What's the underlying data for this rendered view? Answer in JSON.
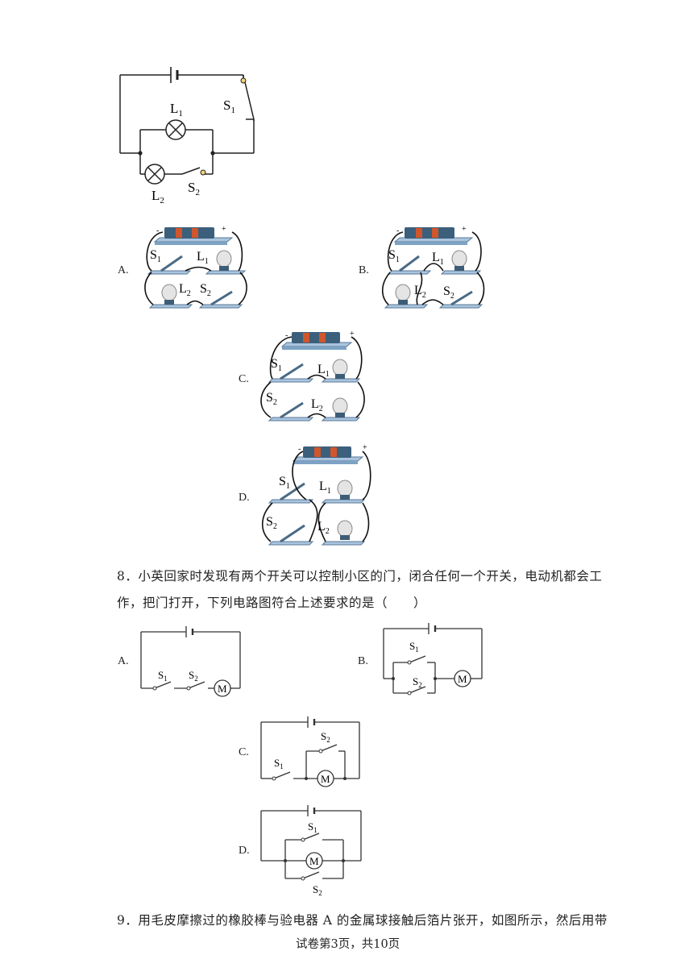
{
  "q7_main_diagram": {
    "labels": {
      "L1": "L",
      "L1_sub": "1",
      "L2": "L",
      "L2_sub": "2",
      "S1": "S",
      "S1_sub": "1",
      "S2": "S",
      "S2_sub": "2"
    }
  },
  "q7_options": [
    {
      "letter": "A.",
      "tags": {
        "S1": "S",
        "S1_sub": "1",
        "L1": "L",
        "L1_sub": "1",
        "L2": "L",
        "L2_sub": "2",
        "S2": "S",
        "S2_sub": "2"
      }
    },
    {
      "letter": "B.",
      "tags": {
        "S1": "S",
        "S1_sub": "1",
        "L1": "L",
        "L1_sub": "1",
        "L2": "L",
        "L2_sub": "2",
        "S2": "S",
        "S2_sub": "2"
      }
    },
    {
      "letter": "C.",
      "tags": {
        "S1": "S",
        "S1_sub": "1",
        "L1": "L",
        "L1_sub": "1",
        "S2": "S",
        "S2_sub": "2",
        "L2": "L",
        "L2_sub": "2"
      }
    },
    {
      "letter": "D.",
      "tags": {
        "S1": "S",
        "S1_sub": "1",
        "L1": "L",
        "L1_sub": "1",
        "S2": "S",
        "S2_sub": "2",
        "L2": "L",
        "L2_sub": "2"
      }
    }
  ],
  "kit_signs": {
    "minus": "-",
    "plus": "+"
  },
  "question8": {
    "line1": "8．小英回家时发现有两个开关可以控制小区的门，闭合任何一个开关，电动机都会工",
    "line2": "作，把门打开，下列电路图符合上述要求的是（　　）"
  },
  "q8_options": [
    {
      "letter": "A.",
      "S1": "S",
      "S1_sub": "1",
      "S2": "S",
      "S2_sub": "2",
      "motor": "M"
    },
    {
      "letter": "B.",
      "S1": "S",
      "S1_sub": "1",
      "S2": "S",
      "S2_sub": "2",
      "motor": "M"
    },
    {
      "letter": "C.",
      "S1": "S",
      "S1_sub": "1",
      "S2": "S",
      "S2_sub": "2",
      "motor": "M"
    },
    {
      "letter": "D.",
      "S1": "S",
      "S1_sub": "1",
      "S2": "S",
      "S2_sub": "2",
      "motor": "M"
    }
  ],
  "question9": {
    "line1": "9．用毛皮摩擦过的橡胶棒与验电器 A 的金属球接触后箔片张开，如图所示，然后用带"
  },
  "footer": {
    "text": "试卷第3页，共10页"
  }
}
